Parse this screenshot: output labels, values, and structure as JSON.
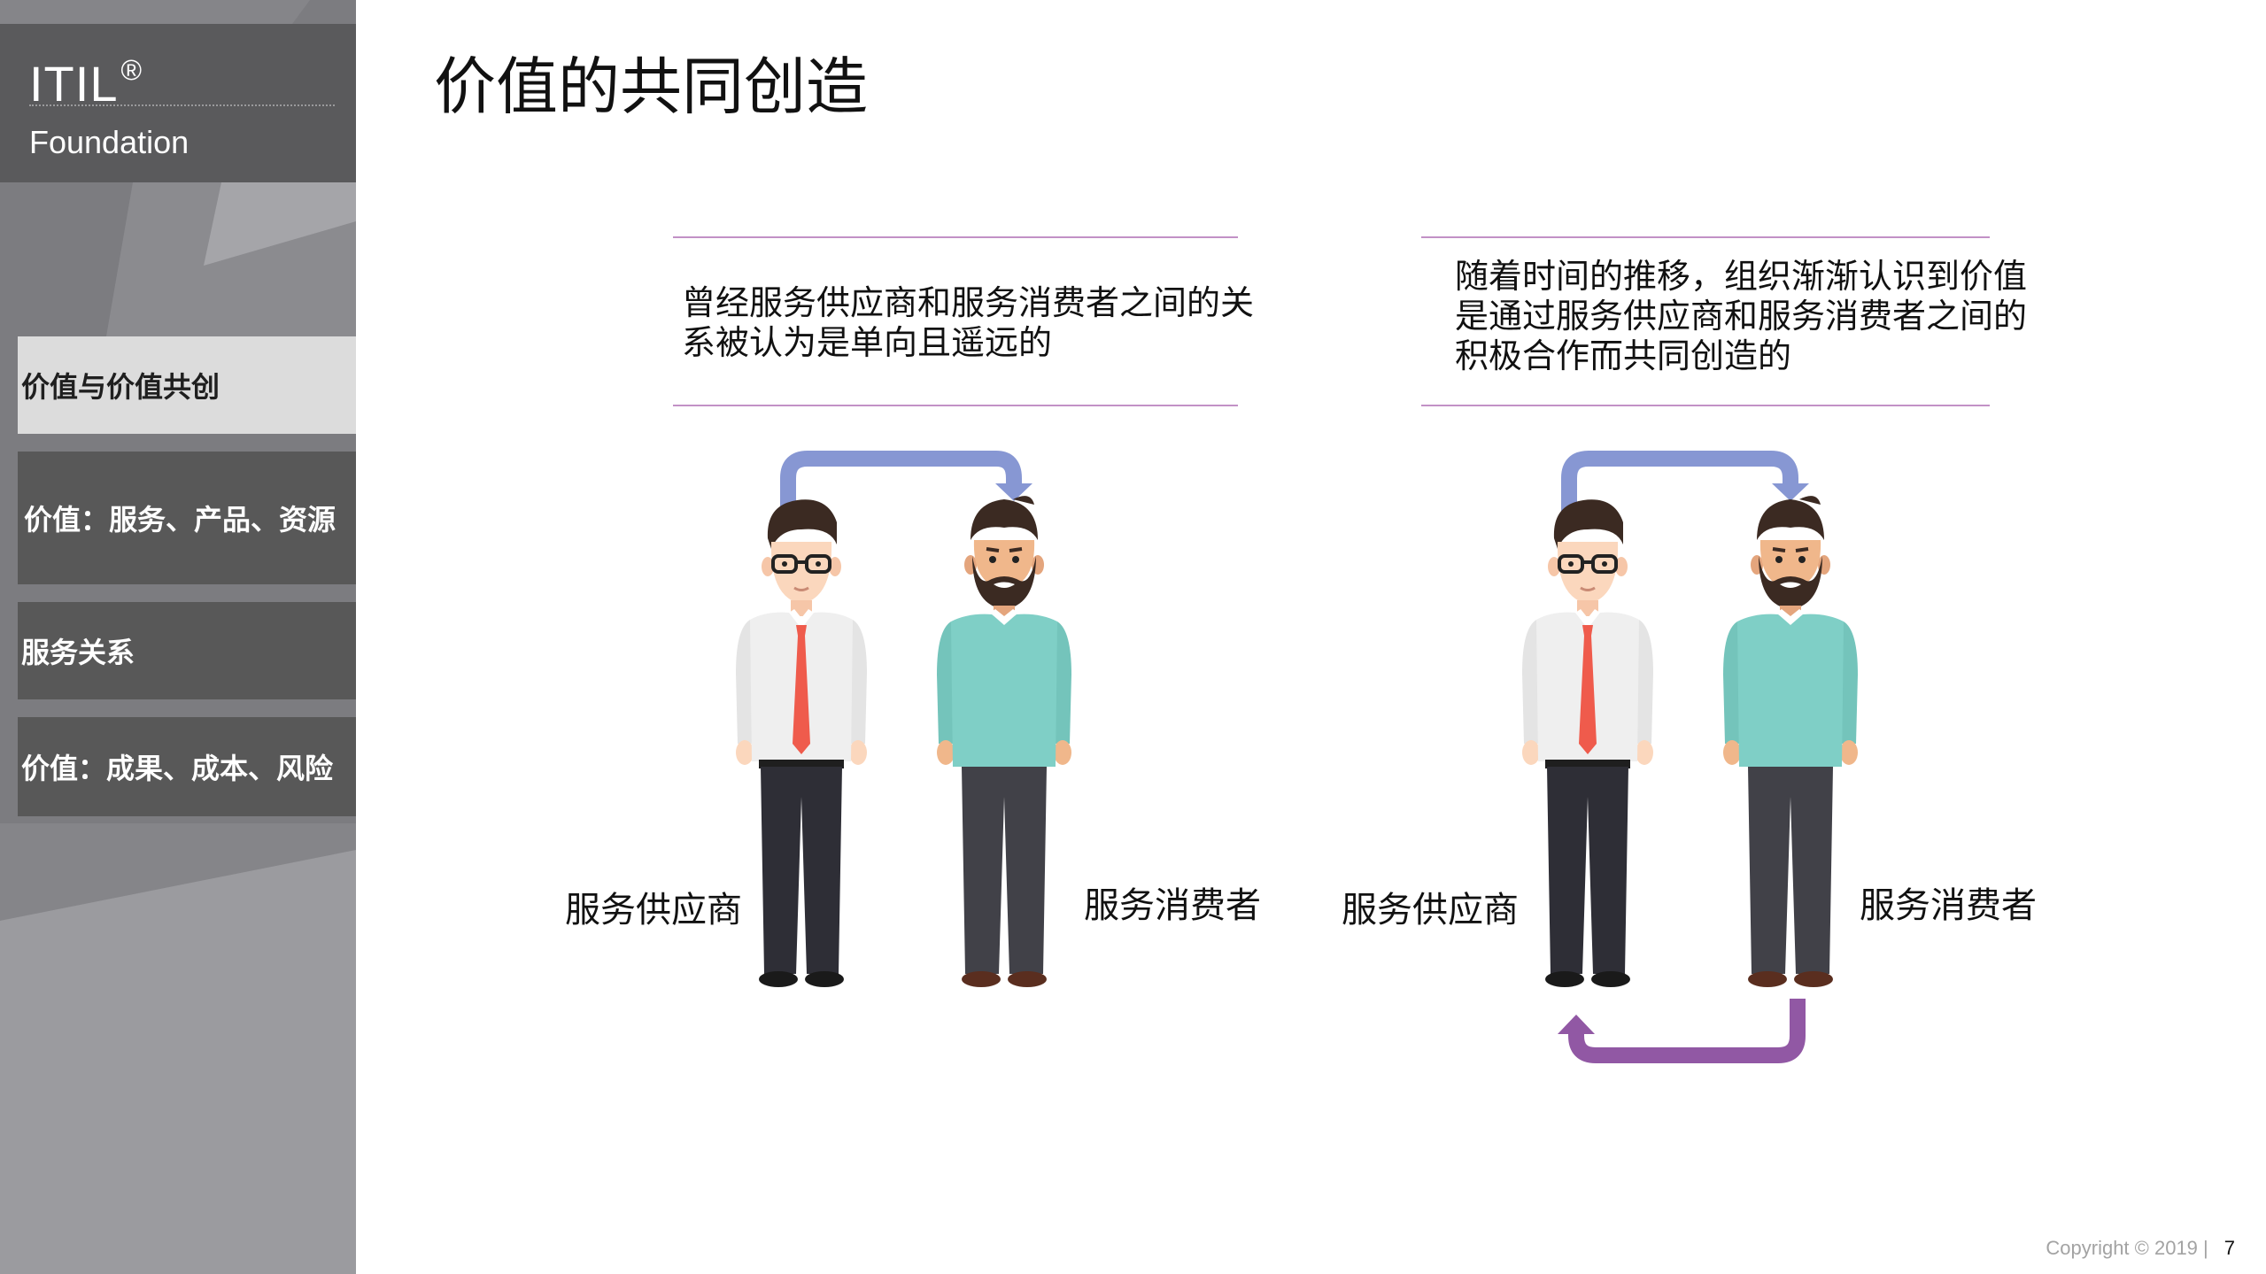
{
  "sidebar": {
    "brand": {
      "title": "ITIL",
      "registered": "®",
      "subtitle": "Foundation"
    },
    "items": [
      {
        "label": "价值与价值共创",
        "active": true
      },
      {
        "label": "价值：服务、产品、资源",
        "active": false
      },
      {
        "label": "服务关系",
        "active": false
      },
      {
        "label": "价值：成果、成本、风险",
        "active": false
      }
    ]
  },
  "slide": {
    "title": "价值的共同创造",
    "left_panel": {
      "caption": "曾经服务供应商和服务消费者之间的关系被认为是单向且遥远的",
      "provider_label": "服务供应商",
      "consumer_label": "服务消费者"
    },
    "right_panel": {
      "caption": "随着时间的推移，组织渐渐认识到价值是通过服务供应商和服务消费者之间的积极合作而共同创造的",
      "provider_label": "服务供应商",
      "consumer_label": "服务消费者"
    }
  },
  "colors": {
    "sidebar_bg": "#7c7c80",
    "brand_bg": "#5a5a5c",
    "nav_bg": "#585858",
    "nav_active_bg": "#dcdcdc",
    "rule": "#c291c6",
    "arrow_blue": "#8797d3",
    "arrow_purple": "#9158a4",
    "shirt_white": "#efefef",
    "shirt_teal": "#7fcfc6",
    "tie": "#ef5b4c"
  },
  "footer": {
    "copyright": "Copyright © 2019  |",
    "page": "7"
  }
}
